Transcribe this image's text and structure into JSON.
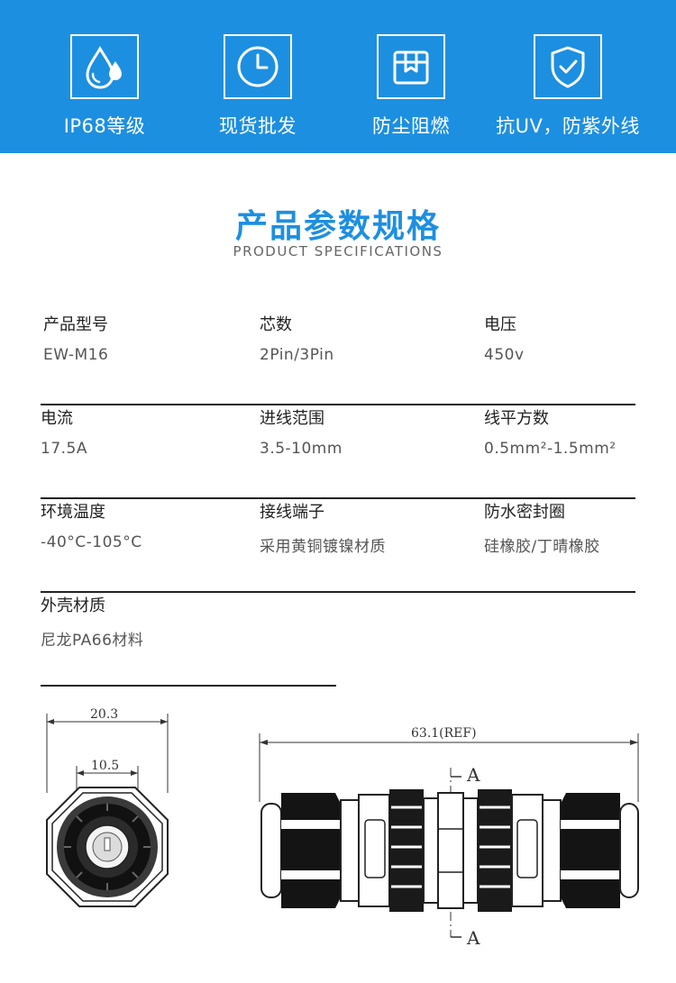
{
  "features": [
    {
      "label": "IP68等级",
      "icon": "water-drop-icon"
    },
    {
      "label": "现货批发",
      "icon": "clock-icon"
    },
    {
      "label": "防尘阻燃",
      "icon": "box-icon"
    },
    {
      "label": "抗UV，防紫外线",
      "icon": "shield-check-icon"
    }
  ],
  "section": {
    "title": "产品参数规格",
    "subtitle": "PRODUCT SPECIFICATIONS"
  },
  "specs": [
    [
      {
        "key": "产品型号",
        "value": "EW-M16"
      },
      {
        "key": "芯数",
        "value": "2Pin/3Pin"
      },
      {
        "key": "电压",
        "value": "450v"
      }
    ],
    [
      {
        "key": "电流",
        "value": "17.5A"
      },
      {
        "key": "进线范围",
        "value": "3.5-10mm"
      },
      {
        "key": "线平方数",
        "value": "0.5mm²-1.5mm²"
      }
    ],
    [
      {
        "key": "环境温度",
        "value": "-40°C-105°C"
      },
      {
        "key": "接线端子",
        "value": "采用黄铜镀镍材质"
      },
      {
        "key": "防水密封圈",
        "value": "硅橡胶/丁晴橡胶"
      }
    ],
    [
      {
        "key": "外壳材质",
        "value": "尼龙PA66材料"
      }
    ]
  ],
  "drawing": {
    "outer_dim": "20.3",
    "inner_dim": "10.5",
    "length_dim": "63.1(REF)",
    "section_mark": "A"
  },
  "colors": {
    "brand_blue": "#1d8fe0",
    "text_dark": "#222222",
    "text_value": "#555555"
  }
}
